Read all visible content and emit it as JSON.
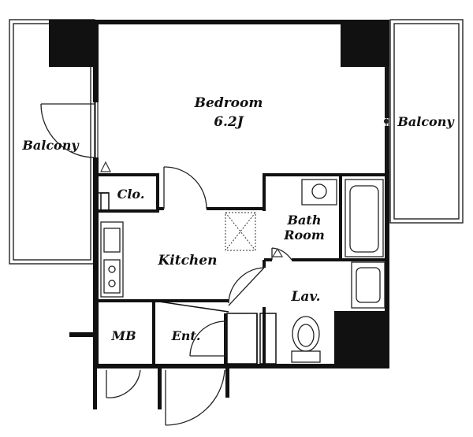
{
  "rooms": {
    "bedroom": {
      "name": "Bedroom",
      "size": "6.2J"
    },
    "balcony_left": {
      "name": "Balcony"
    },
    "balcony_right": {
      "name": "Balcony"
    },
    "closet": {
      "name": "Clo."
    },
    "bath": {
      "line1": "Bath",
      "line2": "Room"
    },
    "kitchen": {
      "name": "Kitchen"
    },
    "lavatory": {
      "name": "Lav."
    },
    "meter_box": {
      "name": "MB"
    },
    "entrance": {
      "name": "Ent."
    }
  },
  "colors": {
    "wall": "#111111",
    "line": "#222222",
    "paper": "#ffffff"
  }
}
